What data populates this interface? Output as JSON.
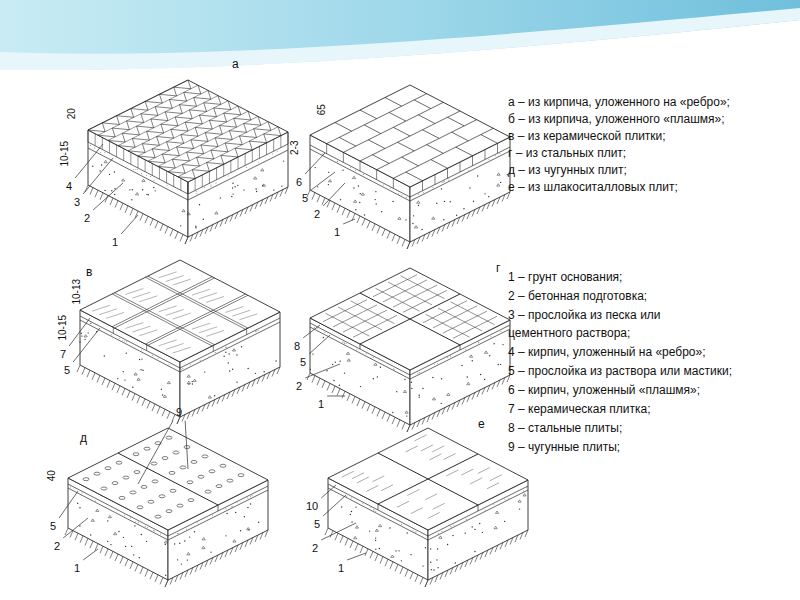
{
  "diagram": {
    "labels": [
      "а – из кирпича, уложенного на «ребро»;",
      "б – из кирпича, уложенного «плашмя»;",
      "в – из керамической плитки;",
      "г – из стальных плит;",
      "д – из чугунных плит;",
      "е – из шлакоситалловых плит;",
      "1 – грунт основания;",
      "2 – бетонная подготовка;",
      "3 – прослойка из песка или цементного раствора;",
      "4 – кирпич, уложенный на «ребро»;",
      "5 – прослойка из раствора или мастики;",
      "6 – кирпич, уложенный «плашмя»;",
      "7 – керамическая плитка;",
      "8 – стальные плиты;",
      "9 – чугунные плиты;",
      "а",
      "20",
      "10-15",
      "4",
      "3",
      "2",
      "1",
      "65",
      "2-3",
      "6",
      "5",
      "2",
      "1",
      "в",
      "10-15",
      "10-13",
      "7",
      "5",
      "г",
      "8",
      "5",
      "2",
      "1",
      "д",
      "9",
      "40",
      "5",
      "2",
      "1",
      "е",
      "10",
      "5",
      "2",
      "1"
    ]
  }
}
